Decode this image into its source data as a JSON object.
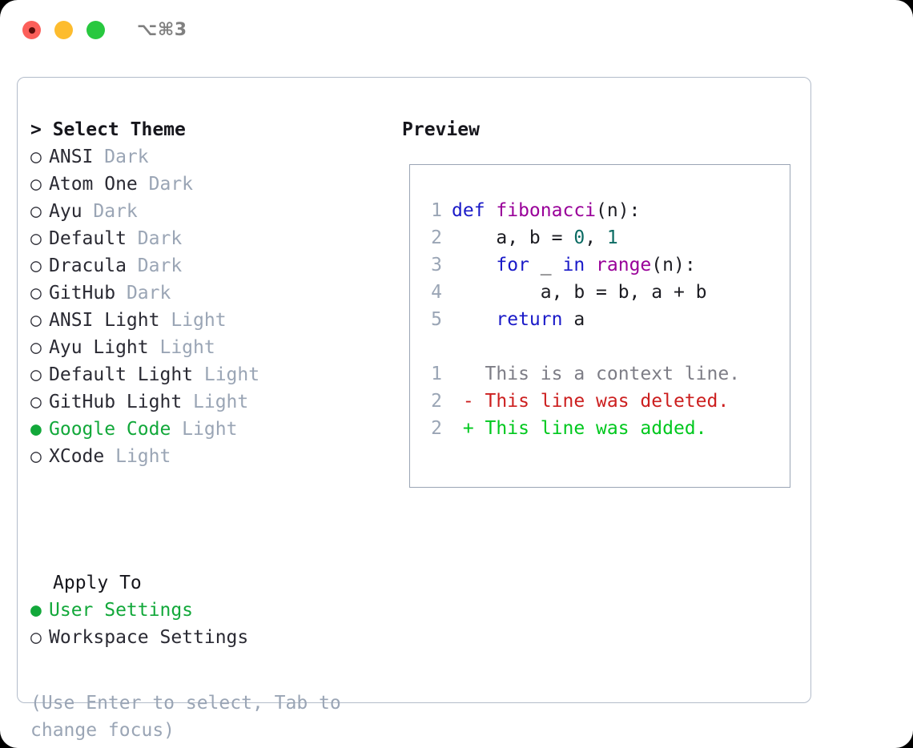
{
  "titlebar": {
    "shortcut": "⌥⌘3",
    "buttons": [
      {
        "name": "close",
        "color": "#fc5f5a"
      },
      {
        "name": "minimize",
        "color": "#fdbc2e"
      },
      {
        "name": "zoom",
        "color": "#28c83f"
      }
    ]
  },
  "theme_list": {
    "header": "> Select Theme",
    "bullet_unselected": "○",
    "bullet_selected": "●",
    "items": [
      {
        "name": "ANSI",
        "variant": "Dark",
        "selected": false
      },
      {
        "name": "Atom One",
        "variant": "Dark",
        "selected": false
      },
      {
        "name": "Ayu",
        "variant": "Dark",
        "selected": false
      },
      {
        "name": "Default",
        "variant": "Dark",
        "selected": false
      },
      {
        "name": "Dracula",
        "variant": "Dark",
        "selected": false
      },
      {
        "name": "GitHub",
        "variant": "Dark",
        "selected": false
      },
      {
        "name": "ANSI Light",
        "variant": "Light",
        "selected": false
      },
      {
        "name": "Ayu Light",
        "variant": "Light",
        "selected": false
      },
      {
        "name": "Default Light",
        "variant": "Light",
        "selected": false
      },
      {
        "name": "GitHub Light",
        "variant": "Light",
        "selected": false
      },
      {
        "name": "Google Code",
        "variant": "Light",
        "selected": true
      },
      {
        "name": "XCode",
        "variant": "Light",
        "selected": false
      }
    ]
  },
  "apply_to": {
    "title": "Apply To",
    "options": [
      {
        "label": "User Settings",
        "selected": true
      },
      {
        "label": "Workspace Settings",
        "selected": false
      }
    ]
  },
  "hint": "(Use Enter to select, Tab to change focus)",
  "preview": {
    "title": "Preview",
    "code_lines": [
      {
        "number": "1",
        "tokens": [
          {
            "text": "def ",
            "type": "kw"
          },
          {
            "text": "fibonacci",
            "type": "fn"
          },
          {
            "text": "(n):",
            "type": "pln"
          }
        ]
      },
      {
        "number": "2",
        "tokens": [
          {
            "text": "    a, b = ",
            "type": "pln"
          },
          {
            "text": "0",
            "type": "num"
          },
          {
            "text": ", ",
            "type": "pln"
          },
          {
            "text": "1",
            "type": "num"
          }
        ]
      },
      {
        "number": "3",
        "tokens": [
          {
            "text": "    ",
            "type": "pln"
          },
          {
            "text": "for",
            "type": "kw"
          },
          {
            "text": " _ ",
            "type": "pln"
          },
          {
            "text": "in",
            "type": "kw"
          },
          {
            "text": " ",
            "type": "pln"
          },
          {
            "text": "range",
            "type": "fn"
          },
          {
            "text": "(n):",
            "type": "pln"
          }
        ]
      },
      {
        "number": "4",
        "tokens": [
          {
            "text": "        a, b = b, a + b",
            "type": "pln"
          }
        ]
      },
      {
        "number": "5",
        "tokens": [
          {
            "text": "    ",
            "type": "pln"
          },
          {
            "text": "return",
            "type": "kw"
          },
          {
            "text": " a",
            "type": "pln"
          }
        ]
      }
    ],
    "diff_lines": [
      {
        "number": "1",
        "marker": " ",
        "text": "This is a context line.",
        "type": "ctx"
      },
      {
        "number": "2",
        "marker": "-",
        "text": "This line was deleted.",
        "type": "del"
      },
      {
        "number": "2",
        "marker": "+",
        "text": "This line was added.",
        "type": "add"
      }
    ]
  },
  "colors": {
    "accent_green": "#12a83a",
    "muted": "#9aa5b5",
    "keyword": "#1a1ac8",
    "function": "#990099",
    "number": "#0b6b63",
    "diff_delete": "#cc1f1f",
    "diff_add": "#00c81e",
    "border": "#b3bcca"
  }
}
